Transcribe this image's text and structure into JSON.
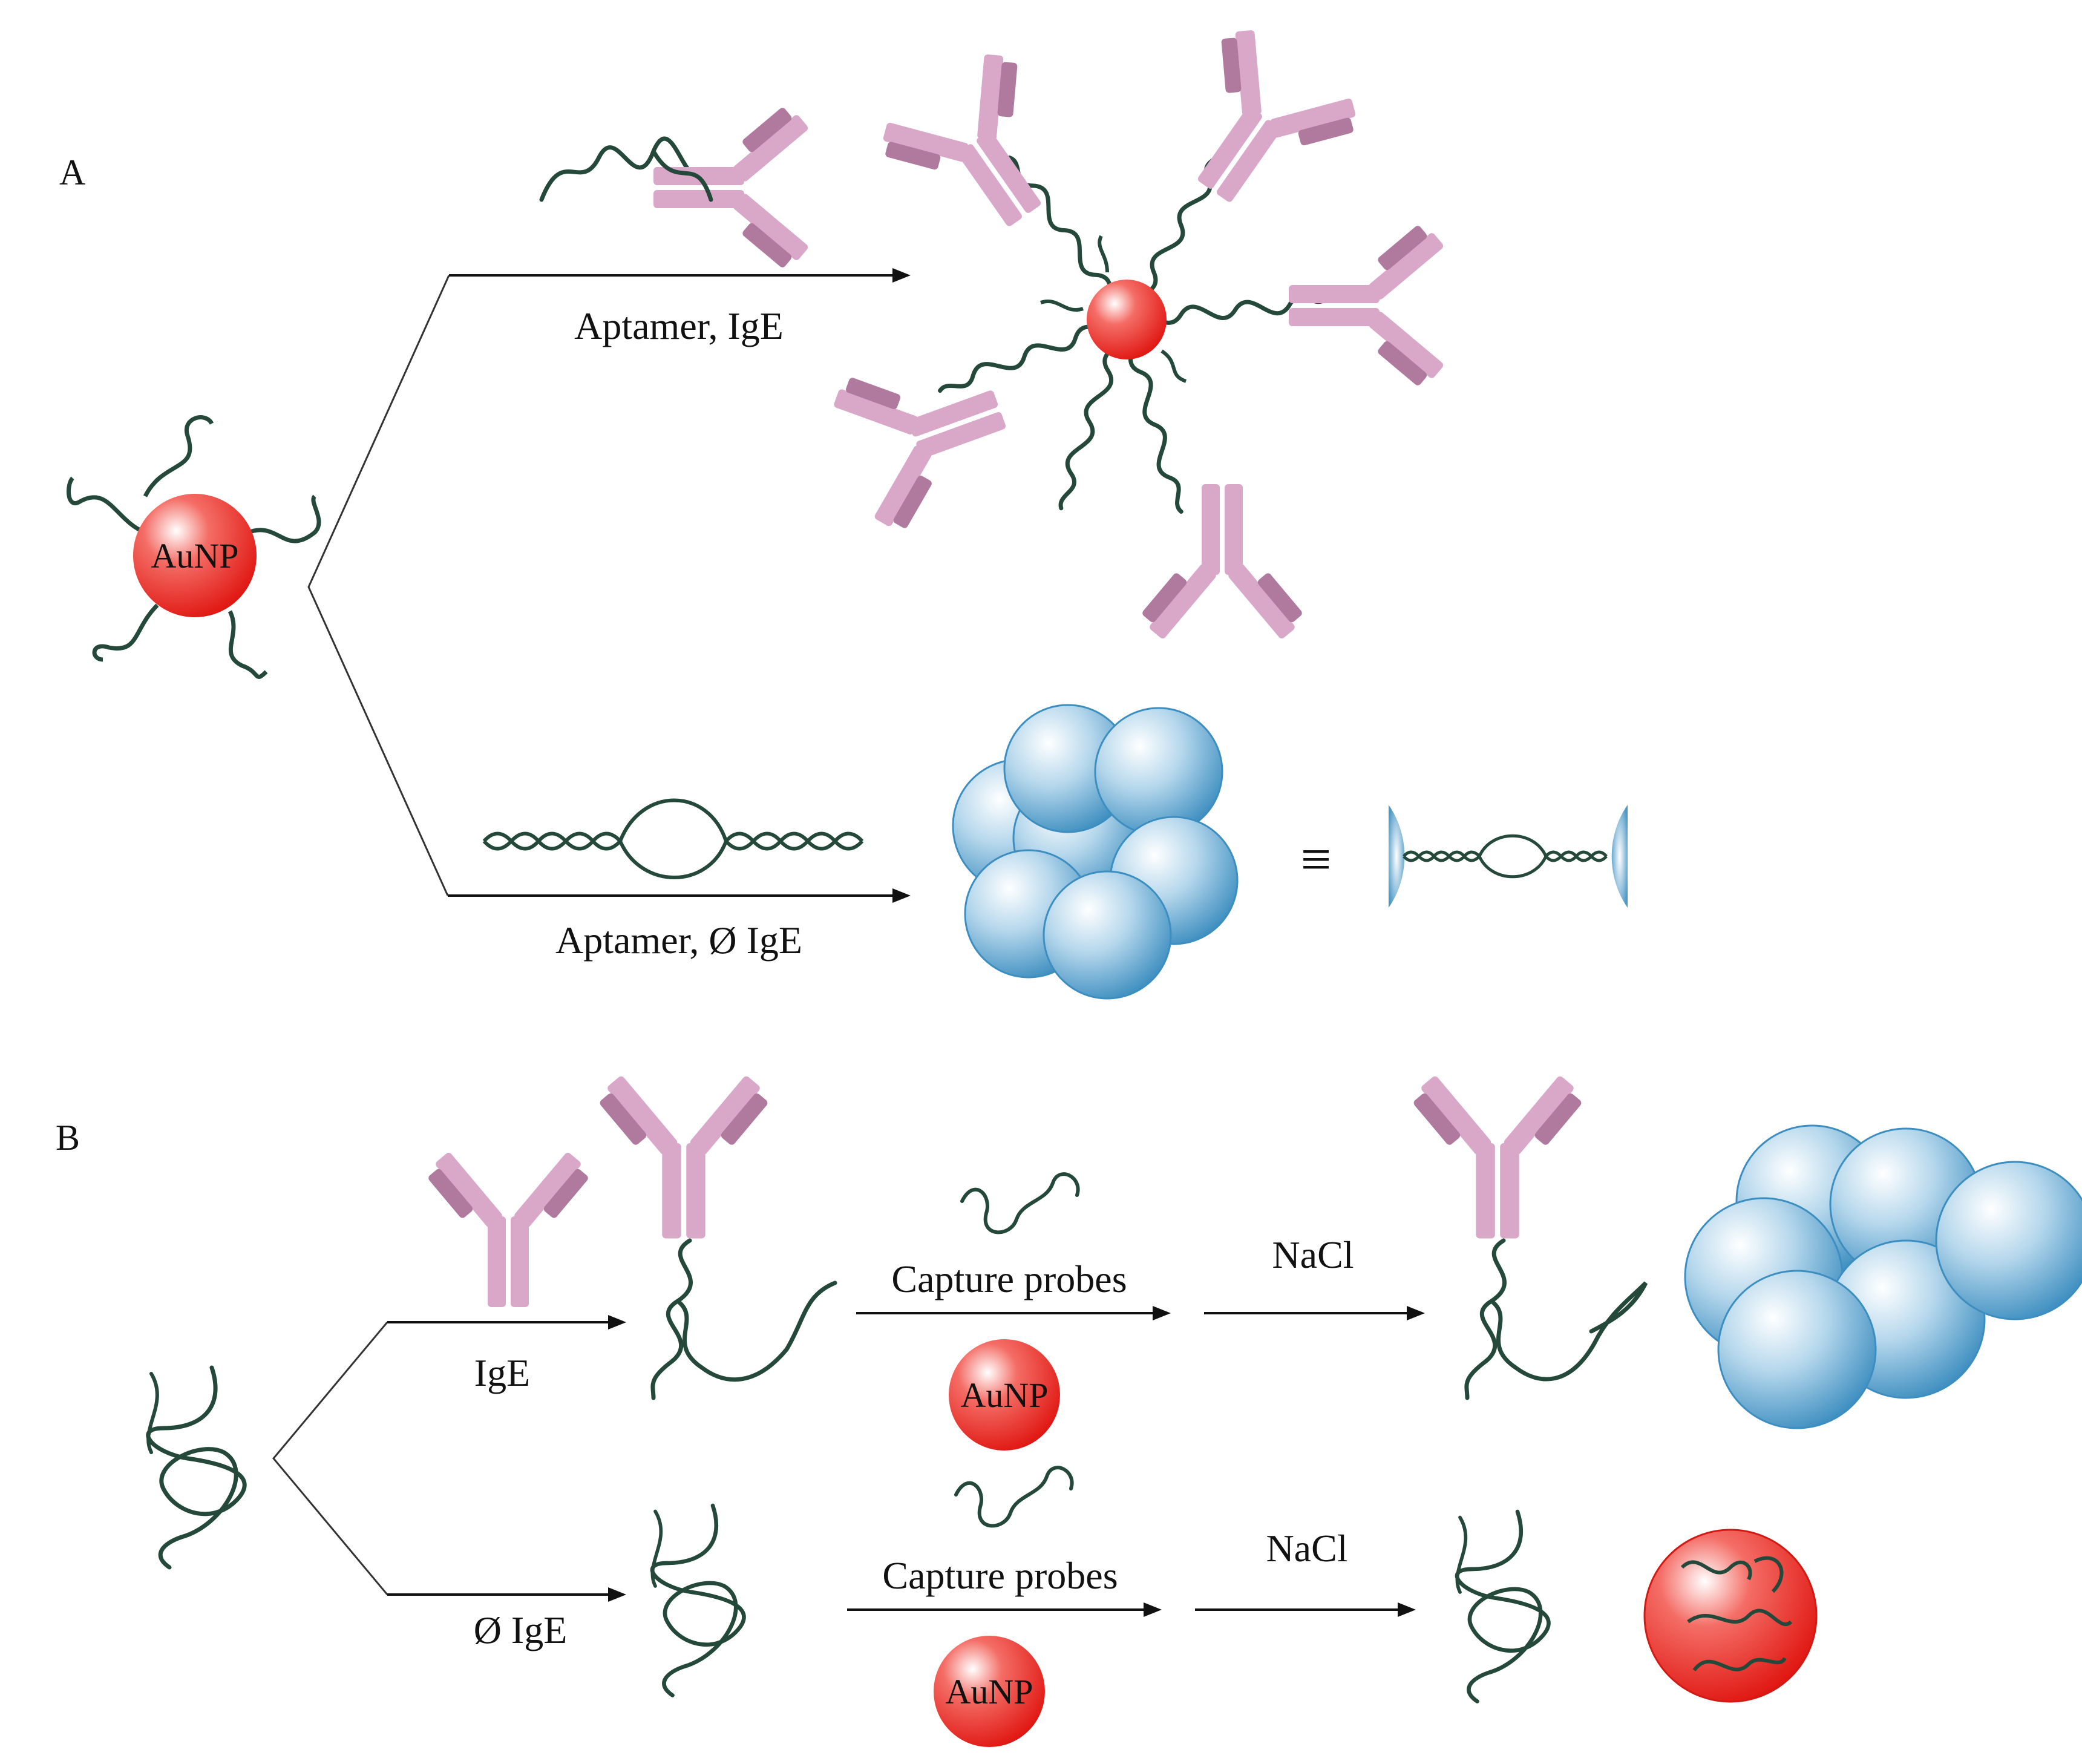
{
  "panels": {
    "a": {
      "label": "A"
    },
    "b": {
      "label": "B"
    }
  },
  "labels": {
    "aunp": "AuNP",
    "aptamer_ige": "Aptamer, IgE",
    "aptamer_no_ige": "Aptamer, Ø IgE",
    "ige": "IgE",
    "no_ige": "Ø IgE",
    "capture_probes": "Capture probes",
    "nacl": "NaCl",
    "equivalent": "≡"
  },
  "colors": {
    "dna": "#24483a",
    "antibody": "#d9a8c8",
    "antibody_tip": "#b07a9e",
    "aunp_red": "#e8231c",
    "aggregate_blue": "#4a97c6",
    "line": "#222222"
  }
}
